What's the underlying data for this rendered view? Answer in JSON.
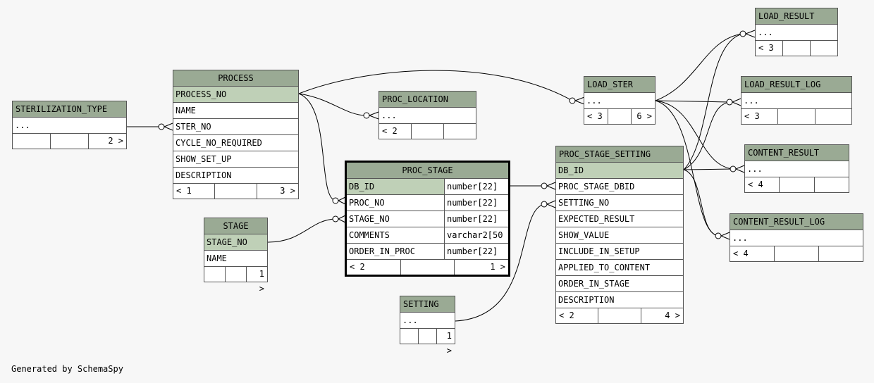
{
  "footer_text": "Generated by SchemaSpy",
  "tables": {
    "sterilization_type": {
      "name": "STERILIZATION_TYPE",
      "rows": [
        "..."
      ],
      "footer": [
        "",
        "",
        "2 >"
      ]
    },
    "process": {
      "name": "PROCESS",
      "rows": [
        "PROCESS_NO",
        "NAME",
        "STER_NO",
        "CYCLE_NO_REQUIRED",
        "SHOW_SET_UP",
        "DESCRIPTION"
      ],
      "footer": [
        "< 1",
        "",
        "3 >"
      ]
    },
    "proc_location": {
      "name": "PROC_LOCATION",
      "rows": [
        "..."
      ],
      "footer": [
        "< 2",
        "",
        ""
      ]
    },
    "stage": {
      "name": "STAGE",
      "rows": [
        "STAGE_NO",
        "NAME"
      ],
      "footer": [
        "",
        "",
        "1 >"
      ]
    },
    "proc_stage": {
      "name": "PROC_STAGE",
      "rows": [
        {
          "col": "DB_ID",
          "type": "number[22]"
        },
        {
          "col": "PROC_NO",
          "type": "number[22]"
        },
        {
          "col": "STAGE_NO",
          "type": "number[22]"
        },
        {
          "col": "COMMENTS",
          "type": "varchar2[50"
        },
        {
          "col": "ORDER_IN_PROC",
          "type": "number[22]"
        }
      ],
      "footer": [
        "< 2",
        "",
        "1 >"
      ]
    },
    "setting": {
      "name": "SETTING",
      "rows": [
        "..."
      ],
      "footer": [
        "",
        "",
        "1 >"
      ]
    },
    "load_ster": {
      "name": "LOAD_STER",
      "rows": [
        "..."
      ],
      "footer": [
        "< 3",
        "",
        "6 >"
      ]
    },
    "proc_stage_setting": {
      "name": "PROC_STAGE_SETTING",
      "rows": [
        "DB_ID",
        "PROC_STAGE_DBID",
        "SETTING_NO",
        "EXPECTED_RESULT",
        "SHOW_VALUE",
        "INCLUDE_IN_SETUP",
        "APPLIED_TO_CONTENT",
        "ORDER_IN_STAGE",
        "DESCRIPTION"
      ],
      "footer": [
        "< 2",
        "",
        "4 >"
      ]
    },
    "load_result": {
      "name": "LOAD_RESULT",
      "rows": [
        "..."
      ],
      "footer": [
        "< 3",
        "",
        ""
      ]
    },
    "load_result_log": {
      "name": "LOAD_RESULT_LOG",
      "rows": [
        "..."
      ],
      "footer": [
        "< 3",
        "",
        ""
      ]
    },
    "content_result": {
      "name": "CONTENT_RESULT",
      "rows": [
        "..."
      ],
      "footer": [
        "< 4",
        "",
        ""
      ]
    },
    "content_result_log": {
      "name": "CONTENT_RESULT_LOG",
      "rows": [
        "..."
      ],
      "footer": [
        "< 4",
        "",
        ""
      ]
    }
  }
}
